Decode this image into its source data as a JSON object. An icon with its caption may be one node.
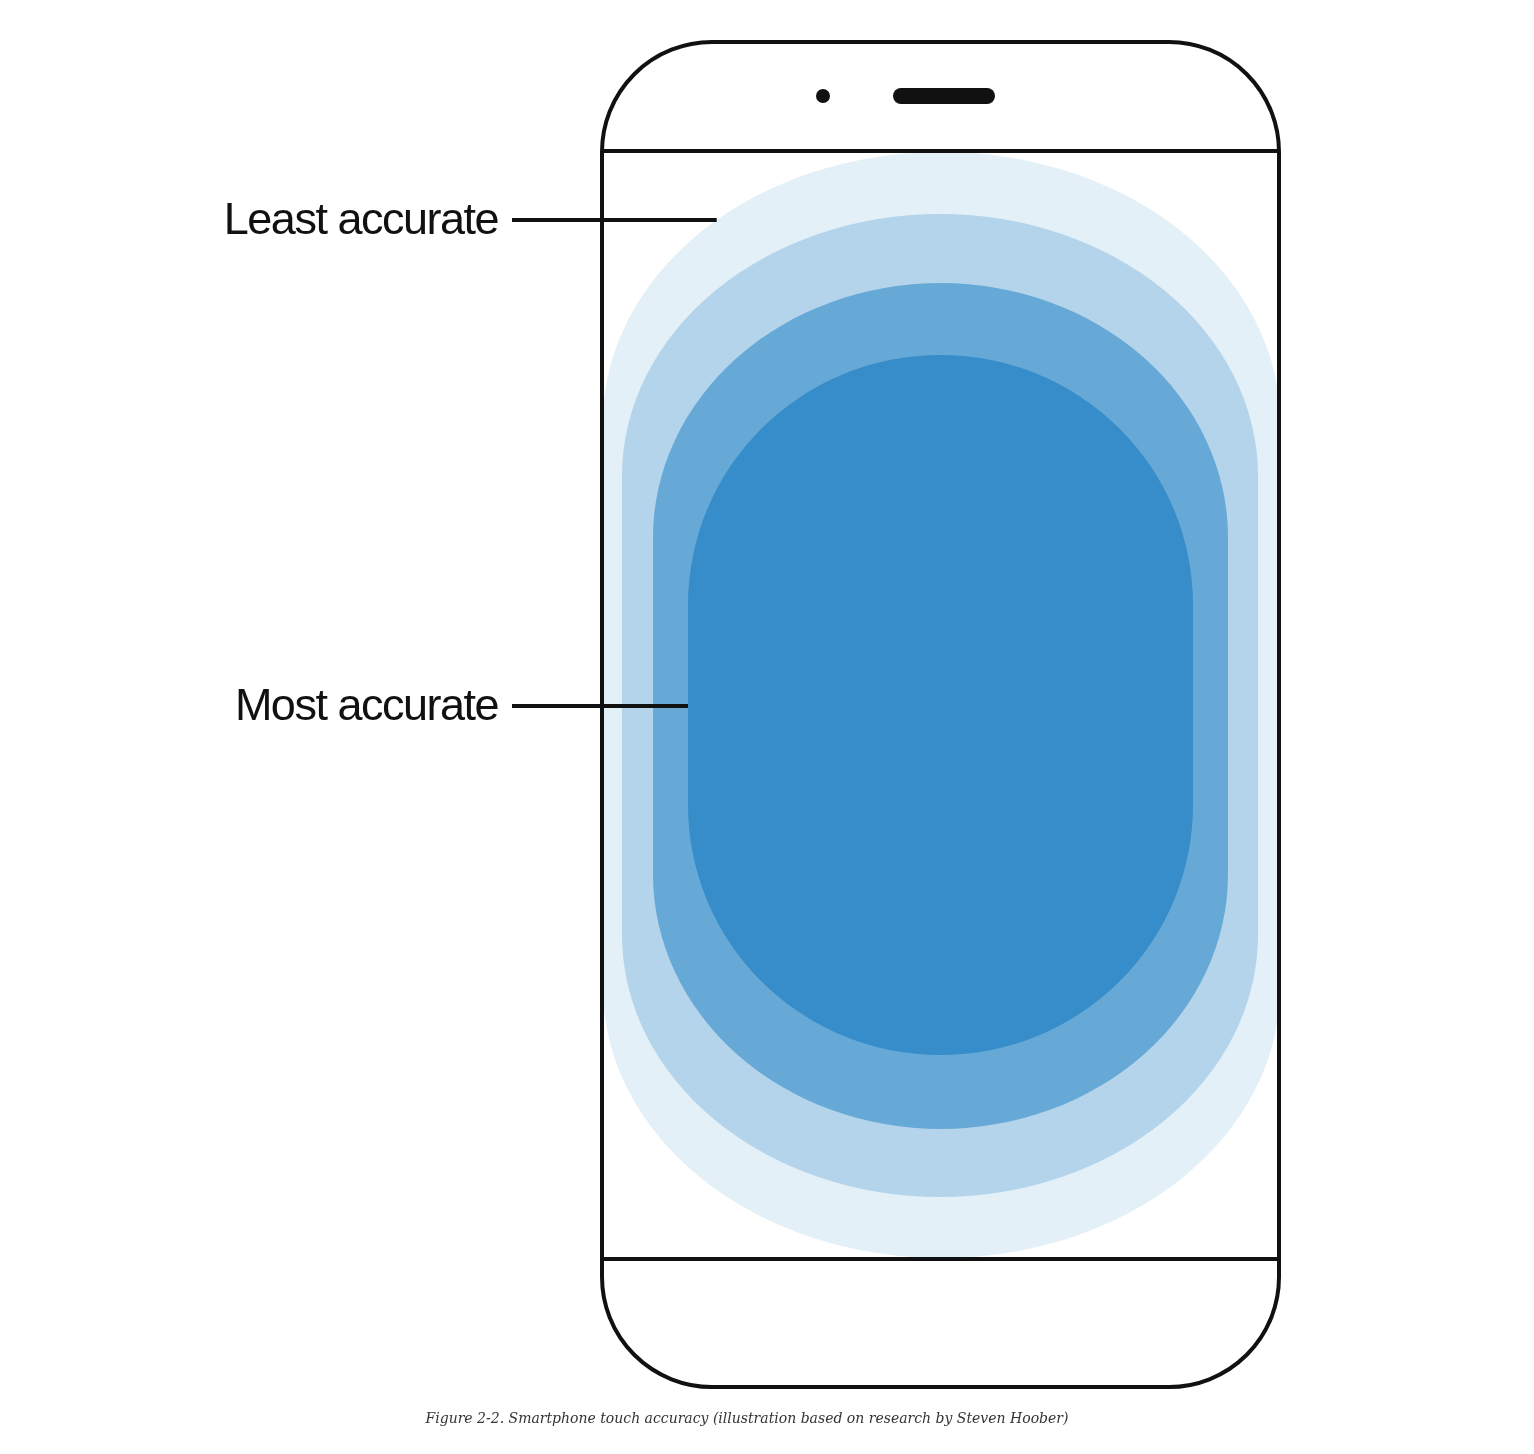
{
  "diagram": {
    "caption": "Figure 2-2. Smartphone touch accuracy (illustration based on research by Steven Hoober)",
    "nodes": [
      {
        "text": [
          "Least accurate"
        ]
      },
      {
        "text": [
          "Most accurate"
        ]
      },
      {
        "text": [],
        "shape": "oval"
      },
      {
        "text": [],
        "shape": "oval",
        "in": 2
      },
      {
        "text": [],
        "shape": "oval",
        "in": 3
      },
      {
        "text": [],
        "shape": "oval",
        "in": 4
      }
    ],
    "edges": [
      {
        "from": 0,
        "to": 2,
        "arrow": "none"
      },
      {
        "from": 1,
        "to": 5,
        "arrow": "none"
      }
    ]
  }
}
